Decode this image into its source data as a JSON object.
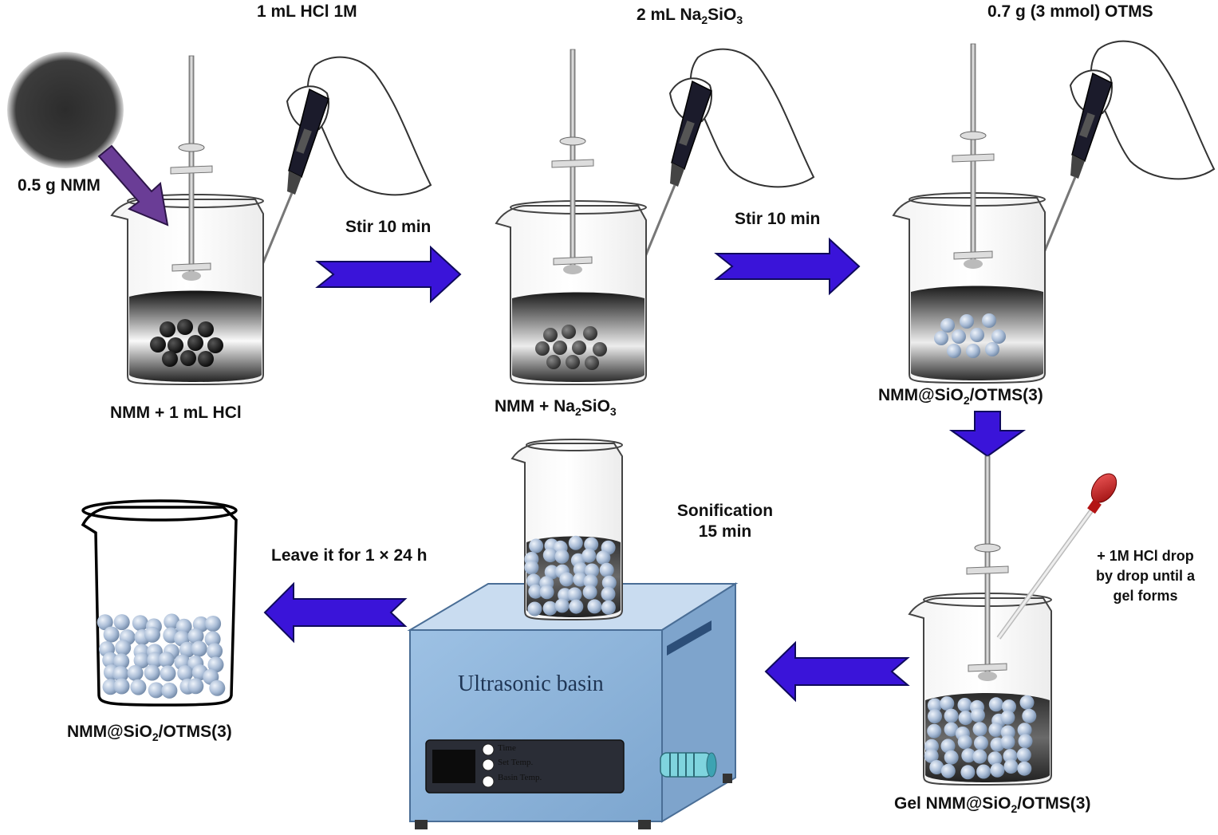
{
  "step1": {
    "reagent_top": "1 mL HCl 1M",
    "solid": "0.5 g NMM",
    "beaker_label": "NMM + 1 mL HCl"
  },
  "arrow1": {
    "label": "Stir 10 min"
  },
  "step2": {
    "reagent_top_prefix": "2 mL Na",
    "reagent_top_sub1": "2",
    "reagent_top_mid": "SiO",
    "reagent_top_sub2": "3",
    "beaker_label_prefix": "NMM + Na",
    "beaker_label_sub1": "2",
    "beaker_label_mid": "SiO",
    "beaker_label_sub2": "3"
  },
  "arrow2": {
    "label": "Stir 10 min"
  },
  "step3": {
    "reagent_top": "0.7 g (3 mmol) OTMS",
    "beaker_label_prefix": "NMM@SiO",
    "beaker_label_sub": "2",
    "beaker_label_suffix": "/OTMS(3)"
  },
  "step4": {
    "dropper_note_line1": "+ 1M HCl drop",
    "dropper_note_line2": "by drop until a",
    "dropper_note_line3": "gel forms",
    "beaker_label_prefix": "Gel  NMM@SiO",
    "beaker_label_sub": "2",
    "beaker_label_suffix": "/OTMS(3)"
  },
  "step5": {
    "sonication_line1": "Sonification",
    "sonication_line2": "15 min",
    "basin_title": "Ultrasonic basin",
    "panel_items": [
      "Time",
      "Set Temp.",
      "Basin Temp."
    ]
  },
  "arrow5": {
    "label": "Leave it for 1 × 24 h"
  },
  "step6": {
    "beaker_label_prefix": "NMM@SiO",
    "beaker_label_sub": "2",
    "beaker_label_suffix": "/OTMS(3)"
  },
  "colors": {
    "arrow_fill": "#3a14d9",
    "arrow_stroke": "#0f0a5c",
    "basin_body": "#8fb6dc",
    "sphere_light": "#aec2dc",
    "sphere_dark": "#1a1a1a",
    "pipette_arrow": "#6a3d96",
    "dropper_bulb": "#c41616"
  }
}
